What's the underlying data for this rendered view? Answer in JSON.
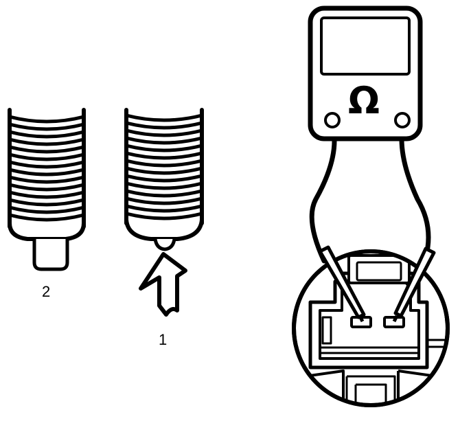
{
  "diagram": {
    "labels": {
      "part_2": "2",
      "part_1": "1"
    },
    "meter": {
      "symbol": "Ω"
    }
  }
}
